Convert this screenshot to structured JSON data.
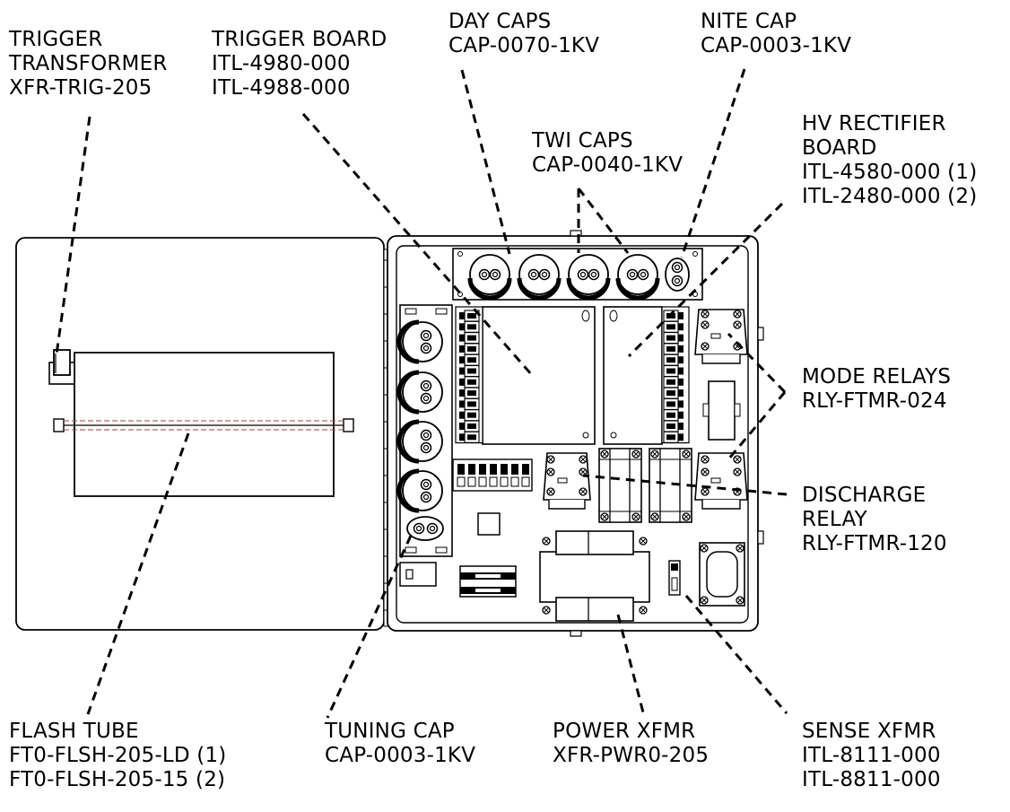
{
  "labels": {
    "trigger_transformer": [
      "TRIGGER",
      "TRANSFORMER",
      "XFR-TRIG-205"
    ],
    "trigger_board": [
      "TRIGGER BOARD",
      "ITL-4980-000",
      "ITL-4988-000"
    ],
    "day_caps": [
      "DAY CAPS",
      "CAP-0070-1KV"
    ],
    "nite_cap": [
      "NITE CAP",
      "CAP-0003-1KV"
    ],
    "twi_caps": [
      "TWI CAPS",
      "CAP-0040-1KV"
    ],
    "hv_rectifier_board": [
      "HV RECTIFIER",
      "BOARD",
      "ITL-4580-000 (1)",
      "ITL-2480-000 (2)"
    ],
    "mode_relays": [
      "MODE RELAYS",
      "RLY-FTMR-024"
    ],
    "discharge_relay": [
      "DISCHARGE",
      "RELAY",
      "RLY-FTMR-120"
    ],
    "flash_tube": [
      "FLASH TUBE",
      "FT0-FLSH-205-LD (1)",
      "FT0-FLSH-205-15 (2)"
    ],
    "tuning_cap": [
      "TUNING CAP",
      "CAP-0003-1KV"
    ],
    "power_xfmr": [
      "POWER XFMR",
      "XFR-PWR0-205"
    ],
    "sense_xfmr": [
      "SENSE XFMR",
      "ITL-8111-000",
      "ITL-8811-000"
    ]
  },
  "colors": {
    "line": "#000000",
    "flash_tube_dash": "#c0392b",
    "background": "#ffffff"
  }
}
